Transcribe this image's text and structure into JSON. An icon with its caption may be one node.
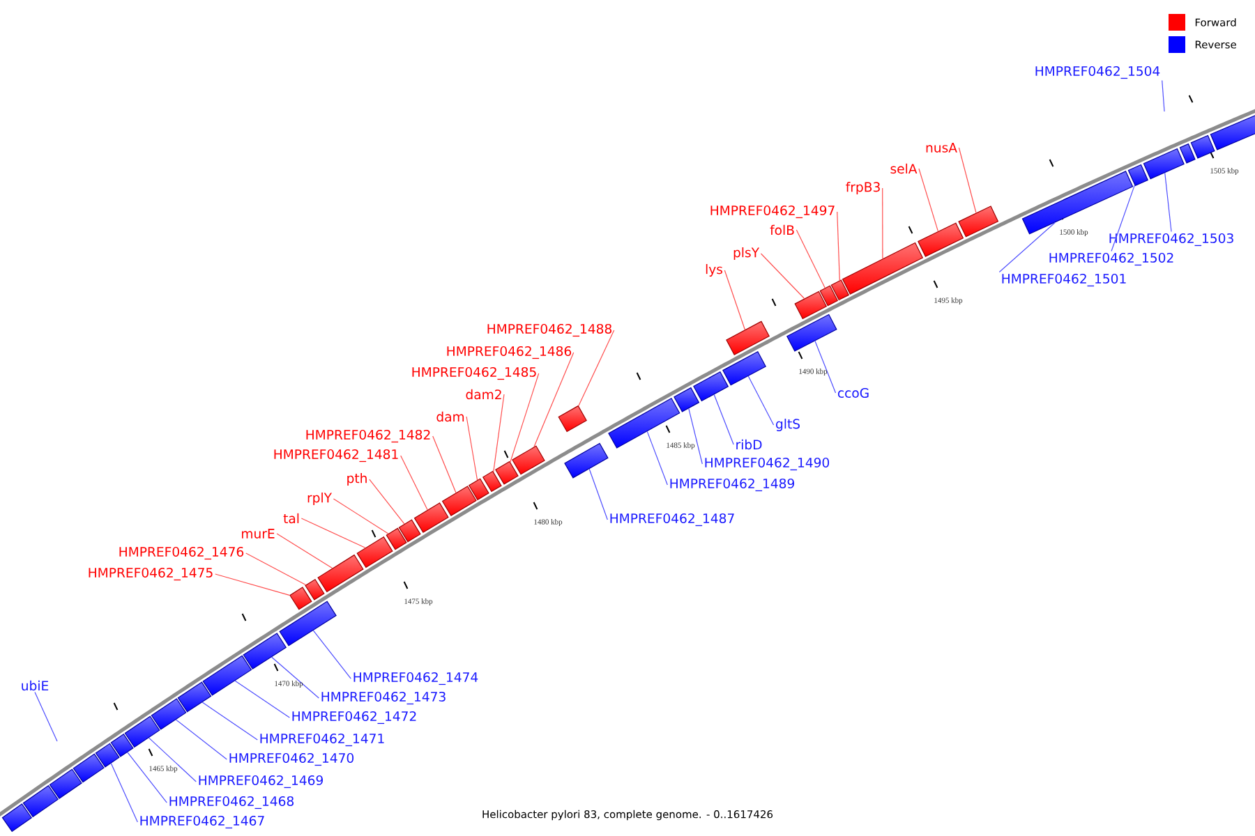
{
  "diagram": {
    "caption": "Helicobacter pylori 83, complete genome. - 0..1617426",
    "nodes": [
      {
        "text": [],
        "shape": "bar"
      },
      {
        "text": [],
        "shape": "bar"
      },
      {
        "text": [],
        "shape": "bar"
      },
      {
        "text": [],
        "shape": "bar"
      },
      {
        "text": [],
        "shape": "bar"
      },
      {
        "text": [],
        "shape": "bar"
      },
      {
        "text": [],
        "shape": "bar"
      },
      {
        "text": [],
        "shape": "bar"
      },
      {
        "text": [],
        "shape": "bar"
      },
      {
        "text": [],
        "shape": "bar"
      },
      {
        "text": [],
        "shape": "bar"
      },
      {
        "text": [],
        "shape": "bar"
      },
      {
        "text": [],
        "shape": "bar"
      },
      {
        "text": [],
        "shape": "bar"
      },
      {
        "text": [],
        "shape": "bar"
      },
      {
        "text": [],
        "shape": "bar"
      },
      {
        "text": [],
        "shape": "bar"
      },
      {
        "text": [],
        "shape": "bar"
      },
      {
        "text": [],
        "shape": "bar"
      },
      {
        "text": [],
        "shape": "bar"
      },
      {
        "text": [],
        "shape": "bar"
      },
      {
        "text": [],
        "shape": "bar"
      },
      {
        "text": [],
        "shape": "bar"
      },
      {
        "text": [],
        "shape": "bar"
      },
      {
        "text": [],
        "shape": "bar"
      },
      {
        "text": [],
        "shape": "bar"
      },
      {
        "text": [],
        "shape": "bar"
      },
      {
        "text": [],
        "shape": "bar"
      },
      {
        "text": [],
        "shape": "bar"
      },
      {
        "text": [],
        "shape": "bar"
      },
      {
        "text": [],
        "shape": "bar"
      },
      {
        "text": [],
        "shape": "bar"
      },
      {
        "text": [],
        "shape": "bar"
      },
      {
        "text": [],
        "shape": "bar"
      },
      {
        "text": [],
        "shape": "bar"
      },
      {
        "text": [],
        "shape": "bar"
      },
      {
        "text": [],
        "shape": "bar"
      },
      {
        "text": [],
        "shape": "bar"
      },
      {
        "text": [],
        "shape": "bar"
      },
      {
        "text": [],
        "shape": "bar"
      },
      {
        "text": [],
        "shape": "bar"
      },
      {
        "text": [],
        "shape": "bar"
      },
      {
        "text": [],
        "shape": "bar"
      },
      {
        "text": [],
        "shape": "bar"
      },
      {
        "text": [
          "HMPREF0462_1504"
        ]
      },
      {
        "text": [
          "nusA"
        ]
      },
      {
        "text": [
          "selA"
        ]
      },
      {
        "text": [
          "frpB3"
        ]
      },
      {
        "text": [
          "HMPREF0462_1497"
        ]
      },
      {
        "text": [
          "folB"
        ]
      },
      {
        "text": [
          "HMPREF0462_1503"
        ]
      },
      {
        "text": [
          "plsY"
        ]
      },
      {
        "text": [
          "HMPREF0462_1502"
        ]
      },
      {
        "text": [
          "lys"
        ]
      },
      {
        "text": [
          "HMPREF0462_1501"
        ]
      },
      {
        "text": [
          "HMPREF0462_1488"
        ]
      },
      {
        "text": [
          "HMPREF0462_1486"
        ]
      },
      {
        "text": [
          "HMPREF0462_1485"
        ]
      },
      {
        "text": [
          "ccoG"
        ]
      },
      {
        "text": [
          "dam2"
        ]
      },
      {
        "text": [
          "dam"
        ]
      },
      {
        "text": [
          "gltS"
        ]
      },
      {
        "text": [
          "HMPREF0462_1482"
        ]
      },
      {
        "text": [
          "ribD"
        ]
      },
      {
        "text": [
          "HMPREF0462_1481"
        ]
      },
      {
        "text": [
          "HMPREF0462_1490"
        ]
      },
      {
        "text": [
          "pth"
        ]
      },
      {
        "text": [
          "HMPREF0462_1489"
        ]
      },
      {
        "text": [
          "rplY"
        ]
      },
      {
        "text": [
          "tal"
        ]
      },
      {
        "text": [
          "HMPREF0462_1487"
        ]
      },
      {
        "text": [
          "murE"
        ]
      },
      {
        "text": [
          "HMPREF0462_1476"
        ]
      },
      {
        "text": [
          "HMPREF0462_1475"
        ]
      },
      {
        "text": [
          "HMPREF0462_1474"
        ]
      },
      {
        "text": [
          "ubiE"
        ]
      },
      {
        "text": [
          "HMPREF0462_1473"
        ]
      },
      {
        "text": [
          "HMPREF0462_1472"
        ]
      },
      {
        "text": [
          "HMPREF0462_1471"
        ]
      },
      {
        "text": [
          "HMPREF0462_1470"
        ]
      },
      {
        "text": [
          "HMPREF0462_1469"
        ]
      },
      {
        "text": [
          "HMPREF0462_1468"
        ]
      },
      {
        "text": [
          "HMPREF0462_1467"
        ]
      }
    ],
    "edges": [
      {
        "from": 44,
        "to": null,
        "arrow": "none",
        "color": "#4d4dff"
      },
      {
        "from": 45,
        "to": 37,
        "arrow": "none"
      },
      {
        "from": 46,
        "to": 36,
        "arrow": "none"
      },
      {
        "from": 47,
        "to": 35,
        "arrow": "none"
      },
      {
        "from": 48,
        "to": 34,
        "arrow": "none"
      },
      {
        "from": 49,
        "to": 33,
        "arrow": "none"
      },
      {
        "from": 50,
        "to": 40,
        "arrow": "none",
        "color": "#4d4dff"
      },
      {
        "from": 51,
        "to": 32,
        "arrow": "none"
      },
      {
        "from": 52,
        "to": 39,
        "arrow": "none",
        "color": "#4d4dff"
      },
      {
        "from": 53,
        "to": 30,
        "arrow": "none"
      },
      {
        "from": 54,
        "to": 38,
        "arrow": "none",
        "color": "#4d4dff"
      },
      {
        "from": 55,
        "to": 25,
        "arrow": "none"
      },
      {
        "from": 56,
        "to": 23,
        "arrow": "none"
      },
      {
        "from": 57,
        "to": 22,
        "arrow": "none"
      },
      {
        "from": 58,
        "to": 31,
        "arrow": "none",
        "color": "#4d4dff"
      },
      {
        "from": 59,
        "to": 21,
        "arrow": "none"
      },
      {
        "from": 60,
        "to": 20,
        "arrow": "none"
      },
      {
        "from": 61,
        "to": 29,
        "arrow": "none",
        "color": "#4d4dff"
      },
      {
        "from": 62,
        "to": 19,
        "arrow": "none"
      },
      {
        "from": 63,
        "to": 28,
        "arrow": "none",
        "color": "#4d4dff"
      },
      {
        "from": 64,
        "to": 18,
        "arrow": "none"
      },
      {
        "from": 65,
        "to": 27,
        "arrow": "none",
        "color": "#4d4dff"
      },
      {
        "from": 66,
        "to": 17,
        "arrow": "none"
      },
      {
        "from": 67,
        "to": 26,
        "arrow": "none",
        "color": "#4d4dff"
      },
      {
        "from": 68,
        "to": 16,
        "arrow": "none"
      },
      {
        "from": 69,
        "to": 15,
        "arrow": "none"
      },
      {
        "from": 70,
        "to": 24,
        "arrow": "none",
        "color": "#4d4dff"
      },
      {
        "from": 71,
        "to": 14,
        "arrow": "none"
      },
      {
        "from": 72,
        "to": 13,
        "arrow": "none"
      },
      {
        "from": 73,
        "to": 12,
        "arrow": "none"
      },
      {
        "from": 74,
        "to": 11,
        "arrow": "none",
        "color": "#4d4dff"
      },
      {
        "from": 75,
        "to": null,
        "arrow": "none",
        "color": "#4d4dff"
      },
      {
        "from": 76,
        "to": 10,
        "arrow": "none",
        "color": "#4d4dff"
      },
      {
        "from": 77,
        "to": 9,
        "arrow": "none",
        "color": "#4d4dff"
      },
      {
        "from": 78,
        "to": 8,
        "arrow": "none",
        "color": "#4d4dff"
      },
      {
        "from": 79,
        "to": 7,
        "arrow": "none",
        "color": "#4d4dff"
      },
      {
        "from": 80,
        "to": 6,
        "arrow": "none",
        "color": "#4d4dff"
      },
      {
        "from": 81,
        "to": 5,
        "arrow": "none",
        "color": "#4d4dff"
      },
      {
        "from": 82,
        "to": 4,
        "arrow": "none",
        "color": "#4d4dff"
      }
    ],
    "labels": [
      "1465 kbp",
      "1470 kbp",
      "1475 kbp",
      "1480 kbp",
      "1485 kbp",
      "1490 kbp",
      "1495 kbp",
      "1500 kbp",
      "1505 kbp"
    ],
    "legend": [
      {
        "text": "Forward",
        "color": "#ff0000"
      },
      {
        "text": "Reverse",
        "color": "#0000ff"
      }
    ]
  }
}
